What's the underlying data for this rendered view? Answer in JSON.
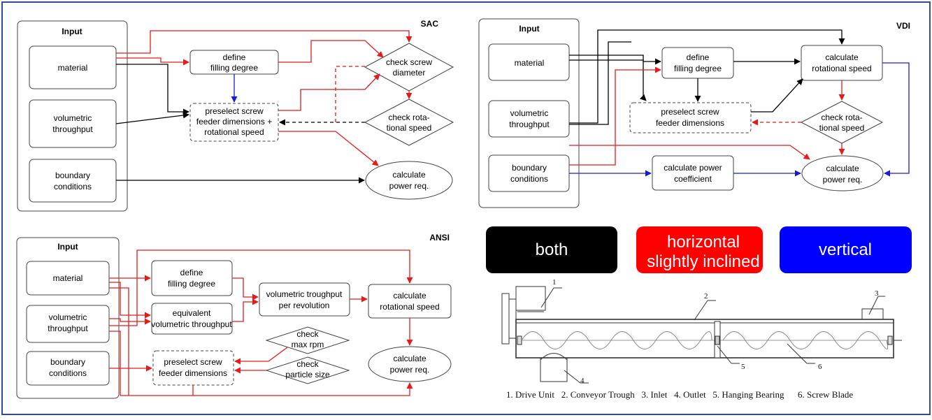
{
  "sac": {
    "title": "SAC",
    "input": "Input",
    "material": "material",
    "throughput": [
      "volumetric",
      "throughput"
    ],
    "boundary": [
      "boundary",
      "conditions"
    ],
    "filling": [
      "define",
      "filling degree"
    ],
    "preselect": [
      "preselect screw",
      "feeder dimensions +",
      "rotational speed"
    ],
    "check_diameter": [
      "check screw",
      "diameter"
    ],
    "check_speed": [
      "check rota-",
      "tional speed"
    ],
    "power": [
      "calculate",
      "power req."
    ]
  },
  "vdi": {
    "title": "VDI",
    "input": "Input",
    "material": "material",
    "throughput": [
      "volumetric",
      "throughput"
    ],
    "boundary": [
      "boundary",
      "conditions"
    ],
    "filling": [
      "define",
      "filling degree"
    ],
    "preselect": [
      "preselect screw",
      "feeder dimensions"
    ],
    "rot_speed": [
      "calculate",
      "rotational speed"
    ],
    "check_speed": [
      "check rota-",
      "tional speed"
    ],
    "power_coef": [
      "calculate power",
      "coefficient"
    ],
    "power": [
      "calculate",
      "power req."
    ]
  },
  "ansi": {
    "title": "ANSI",
    "input": "Input",
    "material": "material",
    "throughput": [
      "volumetric",
      "throughput"
    ],
    "boundary": [
      "boundary",
      "conditions"
    ],
    "filling": [
      "define",
      "filling degree"
    ],
    "equivalent": [
      "equivalent",
      "volumetric throughput"
    ],
    "vol_rev": [
      "volumetric troughput",
      "per revolution"
    ],
    "rot_speed": [
      "calculate",
      "rotational speed"
    ],
    "max_rpm": [
      "check",
      "max rpm"
    ],
    "particle": [
      "check",
      "particle size"
    ],
    "preselect": [
      "preselect screw",
      "feeder dimensions"
    ],
    "power": [
      "calculate",
      "power req."
    ]
  },
  "legend": {
    "both": {
      "label": [
        "both"
      ],
      "color": "#000000"
    },
    "horizontal": {
      "label": [
        "horizontal",
        "slightly inclined"
      ],
      "color": "#ff0000"
    },
    "vertical": {
      "label": [
        "vertical"
      ],
      "color": "#0000ff"
    }
  },
  "conveyor": {
    "numbers": [
      "1",
      "2",
      "3",
      "4",
      "5",
      "6"
    ],
    "caption": "1. Drive Unit   2. Conveyor Trough   3. Inlet   4. Outlet   5. Hanging Bearing      6. Screw Blade"
  }
}
